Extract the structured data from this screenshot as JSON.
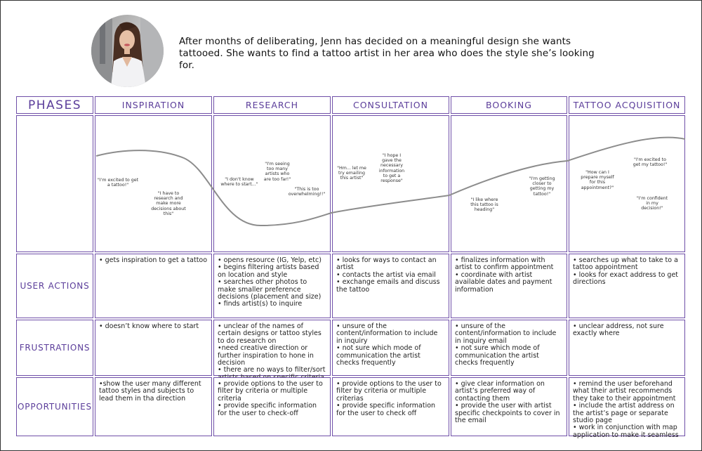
{
  "persona": {
    "intro": "After months of deliberating, Jenn has decided on a meaningful design she wants tattooed. She wants to find a tattoo artist in her area who does the style she’s looking for."
  },
  "table": {
    "corner_label": "PHASES",
    "phases": [
      "INSPIRATION",
      "RESEARCH",
      "CONSULTATION",
      "BOOKING",
      "TATTOO ACQUISITION"
    ],
    "rows": [
      {
        "label": "USER ACTIONS",
        "cells": [
          [
            "• gets inspiration to get a tattoo"
          ],
          [
            "• opens resource (IG, Yelp, etc)",
            "• begins filtering artists based on location and style",
            "• searches other photos to make smaller preference decisions (placement and size)",
            "• finds artist(s) to inquire"
          ],
          [
            "• looks for ways to contact an artist",
            "• contacts the artist via email",
            "• exchange emails and discuss the tattoo"
          ],
          [
            "• finalizes information with artist to confirm appointment",
            "• coordinate with artist available dates and payment information"
          ],
          [
            "• searches up what to take to a tattoo appointment",
            "• looks for exact address to get directions"
          ]
        ]
      },
      {
        "label": "FRUSTRATIONS",
        "cells": [
          [
            "• doesn’t know where to start"
          ],
          [
            "• unclear of the names of certain designs or tattoo styles to do research on",
            "•need creative direction or further inspiration to hone in decision",
            "• there are no ways to filter/sort artists based on specific criteria"
          ],
          [
            "• unsure of the content/information to include in inquiry",
            "• not sure which mode of communication the artist checks frequently"
          ],
          [
            "• unsure of the content/information to include in inquiry email",
            "• not sure which mode of communication the artist checks frequently"
          ],
          [
            "• unclear address, not sure exactly where"
          ]
        ]
      },
      {
        "label": "OPPORTUNITIES",
        "cells": [
          [
            "•show the user many different tattoo styles and subjects to lead them in tha direction"
          ],
          [
            "• provide options to the user to filter by criteria or multiple criteria",
            "• provide specific information for the user to check-off"
          ],
          [
            "• provide options to the user to filter by criteria or multiple criterias",
            "• provide specific information for the user to check off"
          ],
          [
            "• give clear information on artist’s preferred way of contacting them",
            "• provide the user with artist specific checkpoints to cover in the email"
          ],
          [
            "• remind the user beforehand what their artist recommends they take to their appointment",
            "• include the artist address on the artist’s page or separate studio page",
            "• work in conjunction with map application to make it seamless"
          ]
        ]
      }
    ]
  },
  "journey": {
    "line_color": "#8c8c8c",
    "quotes": [
      [
        "\"I'm excited to get",
        "a tattoo!\""
      ],
      [
        "\"I have to",
        "research and",
        "make more",
        "decisions about",
        "this\""
      ],
      [
        "\"I don't know",
        "where to start...\""
      ],
      [
        "\"I'm seeing",
        "too many",
        "artists who",
        "are too far!\""
      ],
      [
        "\"This is too",
        "overwhelming!!\""
      ],
      [
        "\"Hm... let me",
        "try emailing",
        "this artist\""
      ],
      [
        "\"I hope I",
        "gave the",
        "necessary",
        "information",
        "to get a",
        "response\""
      ],
      [
        "\"I like where",
        "this tattoo is",
        "heading\""
      ],
      [
        "\"I'm getting",
        "closer to",
        "getting my",
        "tattoo!\""
      ],
      [
        "\"How can I",
        "prepare myself",
        "for this",
        "appointment?\""
      ],
      [
        "\"I'm excited to",
        "get my tattoo!\""
      ],
      [
        "\"I'm confident",
        "in my",
        "decision!\""
      ]
    ]
  },
  "colors": {
    "accent": "#6f4fa8",
    "label_text": "#5b3d9a"
  }
}
